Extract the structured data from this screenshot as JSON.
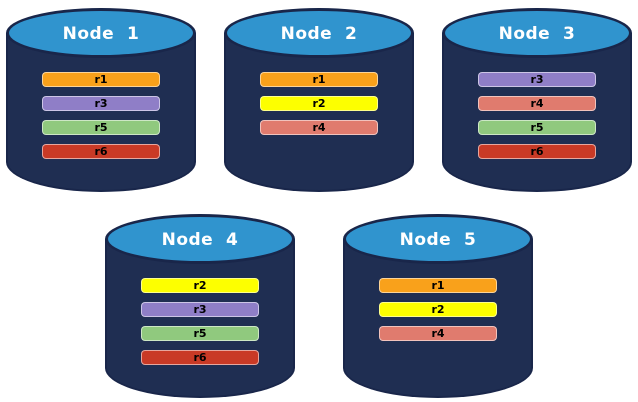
{
  "colors": {
    "canvas_bg": "#FFFFFF",
    "cylinder_body": "#1F2E52",
    "cylinder_outline": "#19264A",
    "cylinder_top": "#3094CE",
    "node_title_text": "#FFFFFF",
    "record_label_text": "#000000"
  },
  "record_colors": {
    "r1": "#F9A11B",
    "r2": "#FDFF00",
    "r3": "#8F7EC7",
    "r4": "#E07B6E",
    "r5": "#90C97E",
    "r6": "#C93A26"
  },
  "nodes": [
    {
      "label": "Node  1",
      "records": [
        "r1",
        "r3",
        "r5",
        "r6"
      ]
    },
    {
      "label": "Node  2",
      "records": [
        "r1",
        "r2",
        "r4"
      ]
    },
    {
      "label": "Node  3",
      "records": [
        "r3",
        "r4",
        "r5",
        "r6"
      ]
    },
    {
      "label": "Node  4",
      "records": [
        "r2",
        "r3",
        "r5",
        "r6"
      ]
    },
    {
      "label": "Node  5",
      "records": [
        "r1",
        "r2",
        "r4"
      ]
    }
  ]
}
